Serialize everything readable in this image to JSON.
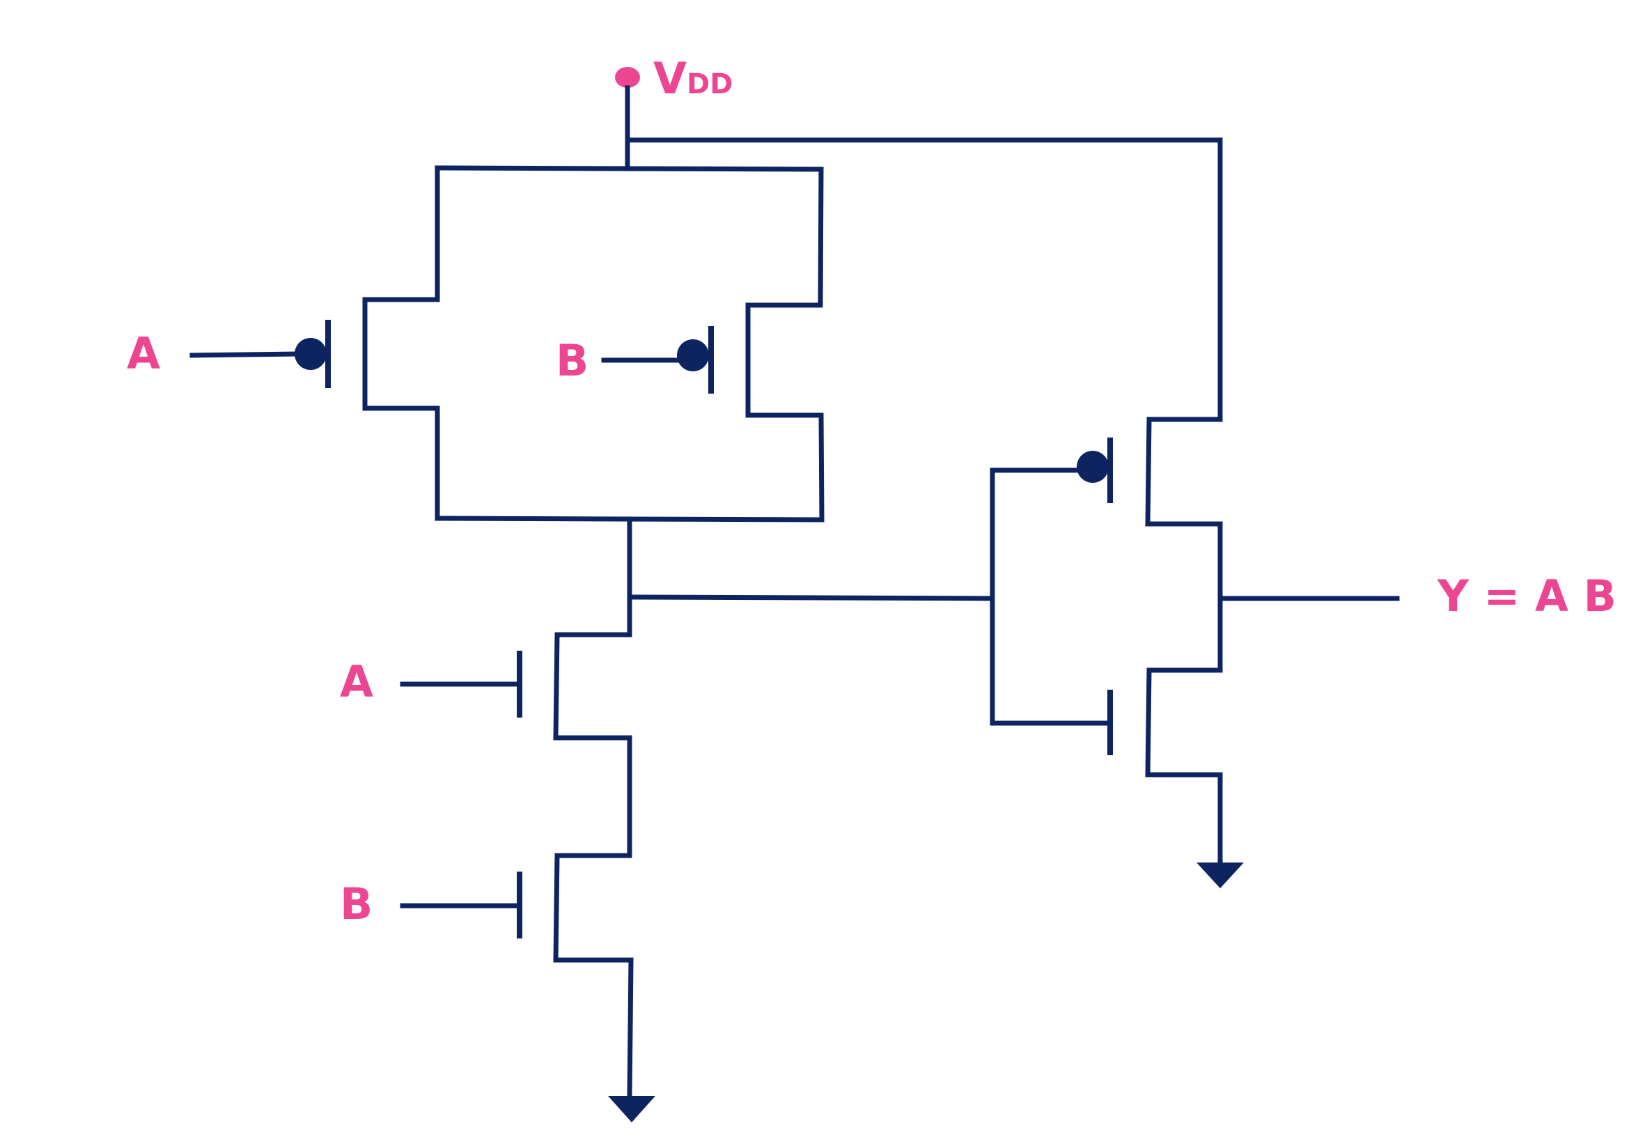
{
  "colors": {
    "wire": "#0d2461",
    "label": "#ec4693"
  },
  "labels": {
    "vdd_main": "V",
    "vdd_sub": "DD",
    "pmos_a_input": "A",
    "pmos_b_input": "B",
    "nmos_a_input": "A",
    "nmos_b_input": "B",
    "output": "Y = A B"
  }
}
